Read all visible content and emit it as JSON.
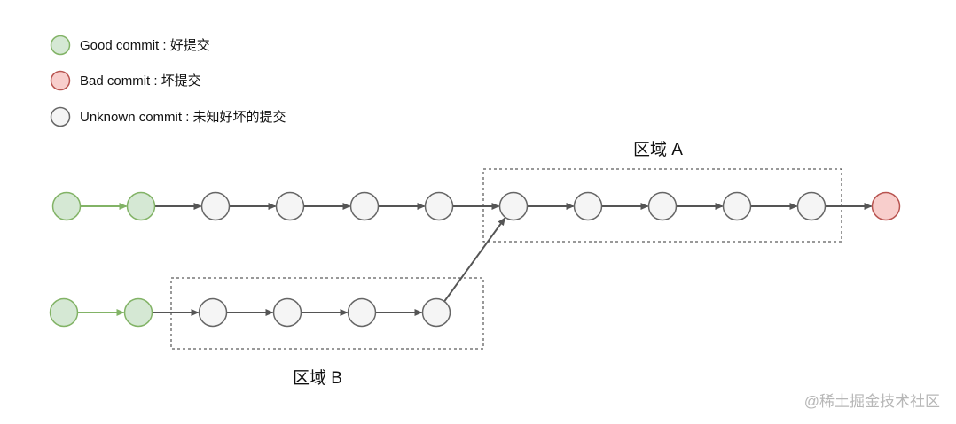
{
  "legend": {
    "good": "Good commit : 好提交",
    "bad": "Bad commit : 坏提交",
    "unknown": "Unknown commit : 未知好坏的提交"
  },
  "regions": {
    "a_label": "区域 A",
    "b_label": "区域 B"
  },
  "watermark": "@稀土掘金技术社区",
  "colors": {
    "good_fill": "#d5e8d4",
    "good_stroke": "#82b366",
    "bad_fill": "#f8cecc",
    "bad_stroke": "#b85450",
    "unknown_fill": "#f5f5f5",
    "unknown_stroke": "#666666",
    "good_arrow": "#82b366",
    "arrow": "#555555"
  },
  "top_branch": [
    "good",
    "good",
    "unknown",
    "unknown",
    "unknown",
    "unknown",
    "unknown",
    "unknown",
    "unknown",
    "unknown",
    "unknown",
    "bad"
  ],
  "bottom_branch": [
    "good",
    "good",
    "unknown",
    "unknown",
    "unknown",
    "unknown"
  ]
}
